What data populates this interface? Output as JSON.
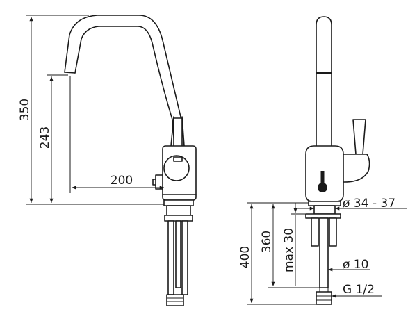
{
  "dimensions": {
    "total_height": "350",
    "spout_height": "243",
    "spout_reach": "200",
    "hole_diameter": "ø 34 - 37",
    "hose_length": "400",
    "rod_length": "360",
    "max_thickness": "max 30",
    "rod_diameter": "ø 10",
    "connection_thread": "G 1/2"
  },
  "colors": {
    "line": "#1a1a1a",
    "background": "#ffffff"
  }
}
